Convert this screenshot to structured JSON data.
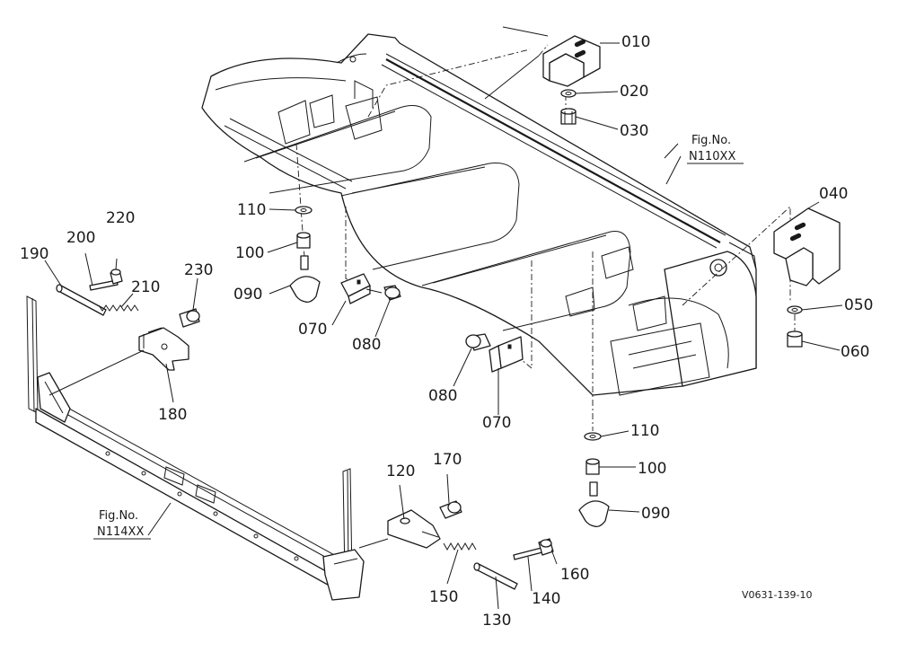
{
  "callouts": {
    "c010": "010",
    "c020": "020",
    "c030": "030",
    "c040": "040",
    "c050": "050",
    "c060": "060",
    "c070a": "070",
    "c070b": "070",
    "c080a": "080",
    "c080b": "080",
    "c090a": "090",
    "c090b": "090",
    "c100a": "100",
    "c100b": "100",
    "c110a": "110",
    "c110b": "110",
    "c120": "120",
    "c130": "130",
    "c140": "140",
    "c150": "150",
    "c160": "160",
    "c170": "170",
    "c180": "180",
    "c190": "190",
    "c200": "200",
    "c210": "210",
    "c220": "220",
    "c230": "230"
  },
  "fig_refs": {
    "upper": {
      "label": "Fig.No.",
      "number": "N110XX"
    },
    "lower": {
      "label": "Fig.No.",
      "number": "N114XX"
    }
  },
  "drawing_number": "V0631-139-10"
}
